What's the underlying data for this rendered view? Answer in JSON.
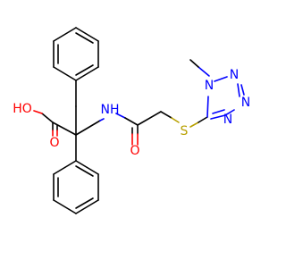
{
  "molecule": {
    "colors": {
      "carbon": "#000000",
      "oxygen": "#ff0000",
      "nitrogen": "#0000ff",
      "sulfur": "#b8a000",
      "background": "#ffffff"
    },
    "labels": {
      "hydroxyl": "HO",
      "carbonyl_oxygen_acid": "O",
      "amide_nh": "NH",
      "amide_oxygen": "O",
      "sulfur": "S",
      "methyl": "methyl",
      "tetrazole_n1": "N",
      "tetrazole_n2": "N",
      "tetrazole_n3": "N",
      "tetrazole_n4": "N"
    }
  }
}
